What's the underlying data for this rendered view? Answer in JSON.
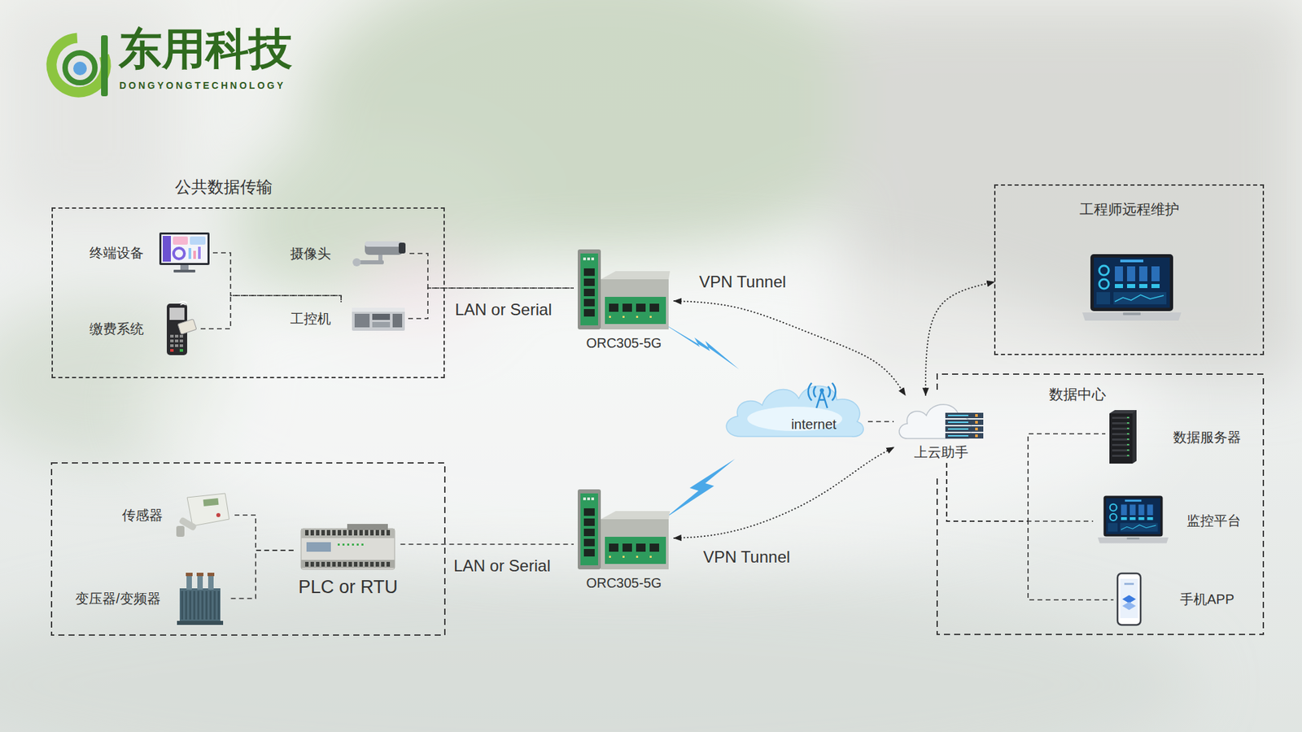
{
  "diagram": {
    "nodes": [
      {
        "text": [
          "公共数据传输"
        ]
      },
      {
        "text": [
          "终端设备"
        ],
        "in": 0
      },
      {
        "text": [
          "摄像头"
        ],
        "in": 0
      },
      {
        "text": [
          "缴费系统"
        ],
        "in": 0
      },
      {
        "text": [
          "工控机"
        ],
        "in": 0
      },
      {
        "text": [
          "ORC305-5G"
        ]
      },
      {
        "text": [
          "传感器"
        ]
      },
      {
        "text": [
          "变压器/变频器"
        ]
      },
      {
        "text": [
          "PLC or RTU"
        ]
      },
      {
        "text": [
          "ORC305-5G"
        ]
      },
      {
        "text": [
          "internet"
        ]
      },
      {
        "text": [
          "上云助手"
        ]
      },
      {
        "text": [
          "工程师远程维护"
        ]
      },
      {
        "text": [
          "数据中心"
        ]
      },
      {
        "text": [
          "数据服务器"
        ],
        "in": 13
      },
      {
        "text": [
          "监控平台"
        ],
        "in": 13
      },
      {
        "text": [
          "手机APP"
        ],
        "in": 13
      }
    ],
    "edges": [
      {
        "from": 1,
        "to": 4,
        "arrow": "none"
      },
      {
        "from": 3,
        "to": 4,
        "arrow": "none"
      },
      {
        "from": 2,
        "to": 5,
        "label": "LAN or Serial",
        "arrow": "none"
      },
      {
        "from": 4,
        "to": 5,
        "arrow": "none"
      },
      {
        "from": 6,
        "to": 8,
        "arrow": "none"
      },
      {
        "from": 7,
        "to": 8,
        "arrow": "none"
      },
      {
        "from": 8,
        "to": 9,
        "label": "LAN or Serial",
        "arrow": "none"
      },
      {
        "from": 5,
        "to": 11,
        "label": "VPN Tunnel",
        "arrow": "both"
      },
      {
        "from": 9,
        "to": 11,
        "label": "VPN Tunnel",
        "arrow": "both"
      },
      {
        "from": 10,
        "to": 11,
        "arrow": "none"
      },
      {
        "from": 11,
        "to": 12,
        "arrow": "both"
      },
      {
        "from": 11,
        "to": 14,
        "arrow": "none"
      },
      {
        "from": 11,
        "to": 15,
        "arrow": "none"
      },
      {
        "from": 11,
        "to": 16,
        "arrow": "none"
      }
    ],
    "labels": [
      "东用科技",
      "DONGYONGTECHNOLOGY"
    ]
  }
}
